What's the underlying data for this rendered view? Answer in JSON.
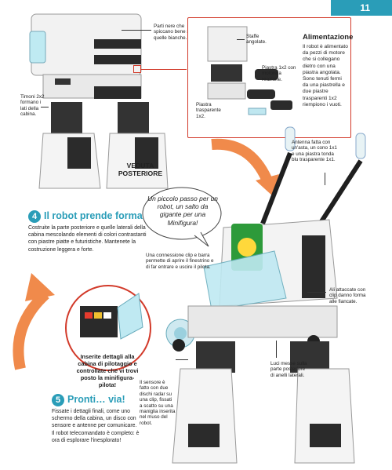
{
  "page_number": "11",
  "back_view": {
    "callout_parti_nere": "Parti nere che spiccano bene su quelle bianche.",
    "callout_timoni": "Timoni 2x2 formano i lati della cabina.",
    "caption": "VEDUTA POSTERIORE"
  },
  "power_box": {
    "callout_staffe": "Staffe angolate.",
    "callout_piastra_motore": "Piastra 1x2 con motore a reazione.",
    "callout_piastra_trasparente": "Piastra trasparente 1x2.",
    "title": "Alimentazione",
    "text": "Il robot è alimentato da pezzi di motore che si collegano dietro con una piastra angolata. Sono tenuti fermi da una piastrella e due piastre trasparenti 1x2 riempiono i vuoti."
  },
  "step4": {
    "number": "4",
    "title": "Il robot prende forma",
    "text": "Costruite la parte posteriore e quelle laterali della cabina mescolando elementi di colori contrastanti con piastre piatte e futuristiche. Mantenete la costruzione leggera e forte."
  },
  "speech_bubble": "Un piccolo passo per un robot, un salto da gigante per una Minifigura!",
  "callouts": {
    "antenna": "Antenna fatta con un'asta, un cono 1x1 e una piastra tonda blu trasparente 1x1.",
    "connessione": "Una connessione clip e barra permette di aprire il finestrino e di far entrare e uscire il pilota.",
    "ali": "Ali attaccate con clip danno forma alle fiancate.",
    "luci": "Luci messe sulla parte posteriore di anelli laterali.",
    "sensore": "Il sensore è fatto con due dischi radar su una clip, fissati a scatto su una maniglia inserita nel muso del robot."
  },
  "cockpit_inset_caption": "Inserite dettagli alla cabina di pilotaggio e controllate che vi trovi posto la minifigura-pilota!",
  "step5": {
    "number": "5",
    "title": "Pronti… via!",
    "text": "Fissate i dettagli finali, come uno schermo della cabina, un disco con sensore e antenne per comunicare. Il robot telecomandato è completo: è ora di esplorare l'inesplorato!"
  },
  "colors": {
    "accent": "#2a9db8",
    "arrow_orange": "#f08a4b",
    "box_red": "#d23a2a"
  }
}
